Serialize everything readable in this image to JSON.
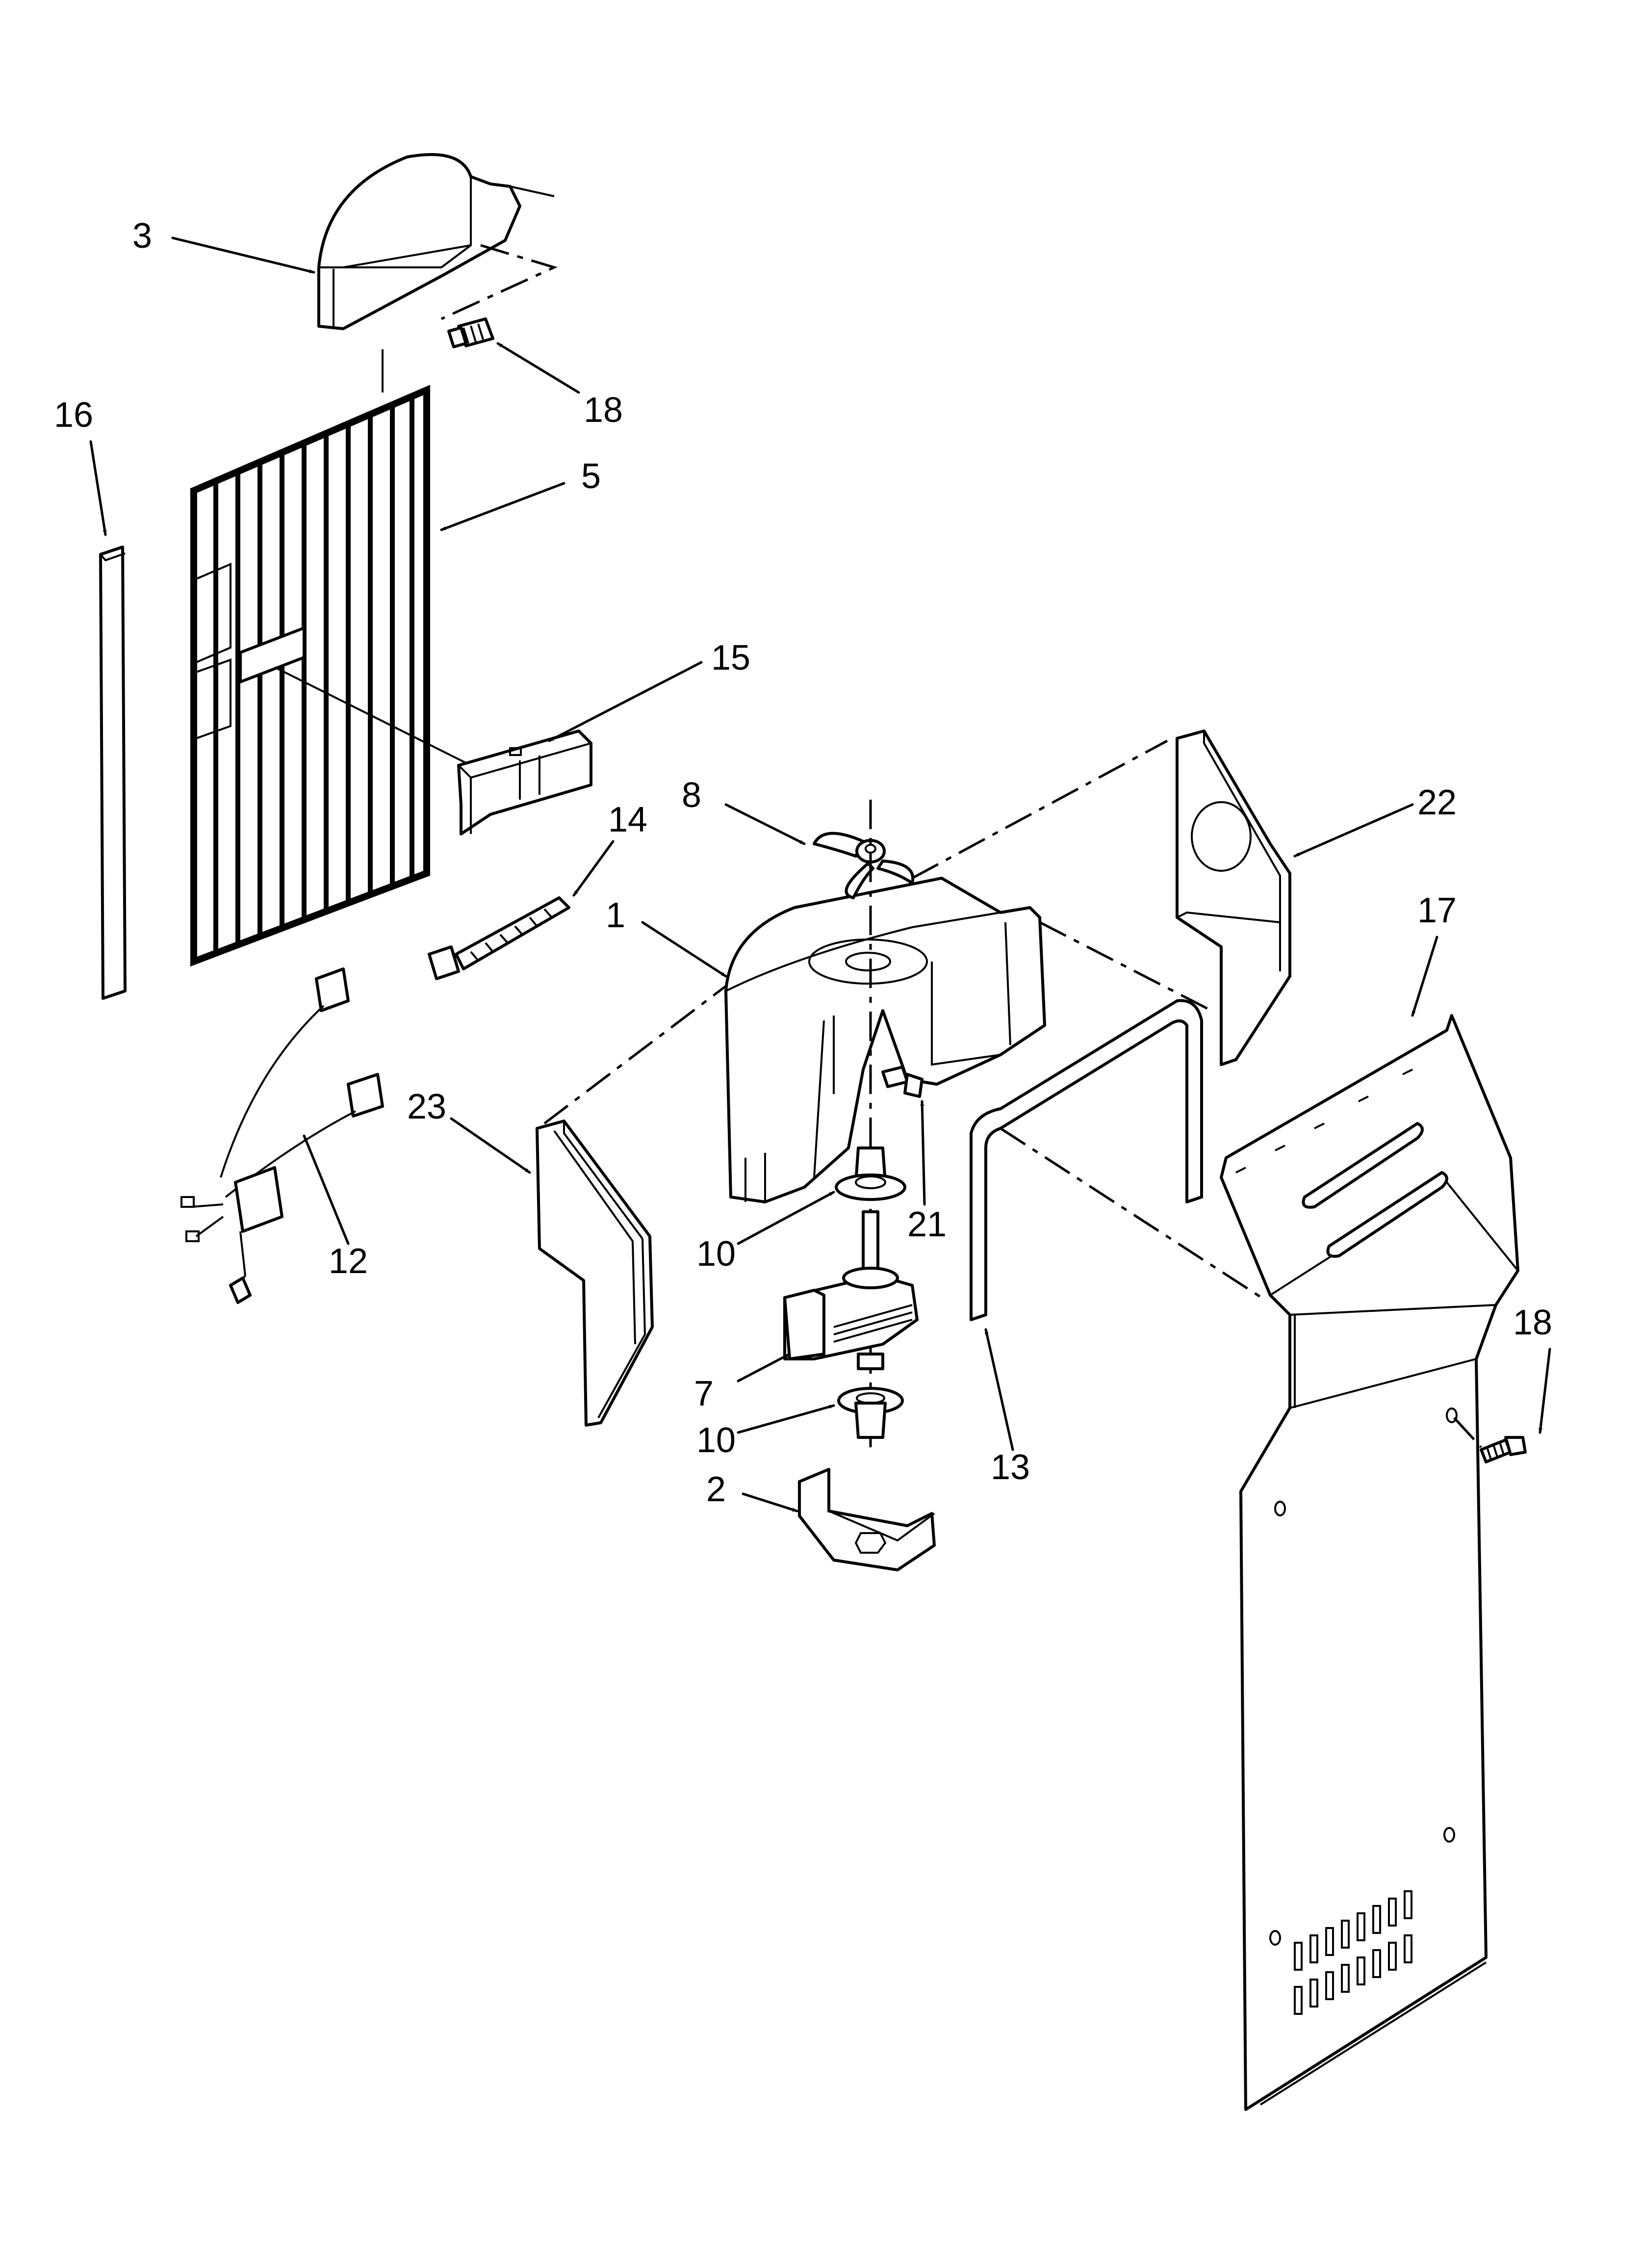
{
  "callouts": {
    "c1": "1",
    "c2": "2",
    "c3": "3",
    "c5": "5",
    "c7": "7",
    "c8": "8",
    "c10a": "10",
    "c10b": "10",
    "c12": "12",
    "c13": "13",
    "c14": "14",
    "c15": "15",
    "c16": "16",
    "c17": "17",
    "c18a": "18",
    "c18b": "18",
    "c21": "21",
    "c22": "22",
    "c23": "23"
  },
  "colors": {
    "ink": "#000000",
    "paper": "#ffffff"
  }
}
